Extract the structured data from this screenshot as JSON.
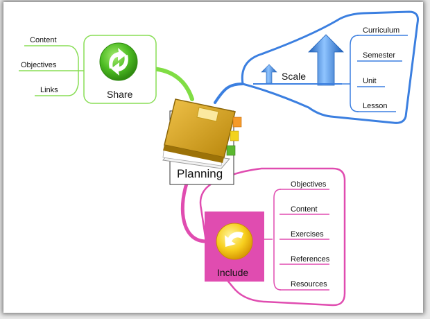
{
  "center": {
    "label": "Planning"
  },
  "share": {
    "label": "Share",
    "color": "#66cc33",
    "items": [
      "Content",
      "Objectives",
      "Links"
    ]
  },
  "scale": {
    "label": "Scale",
    "color": "#3377dd",
    "items": [
      "Curriculum",
      "Semester",
      "Unit",
      "Lesson"
    ]
  },
  "include": {
    "label": "Include",
    "color": "#dd3399",
    "items": [
      "Objectives",
      "Content",
      "Exercises",
      "References",
      "Resources"
    ]
  }
}
